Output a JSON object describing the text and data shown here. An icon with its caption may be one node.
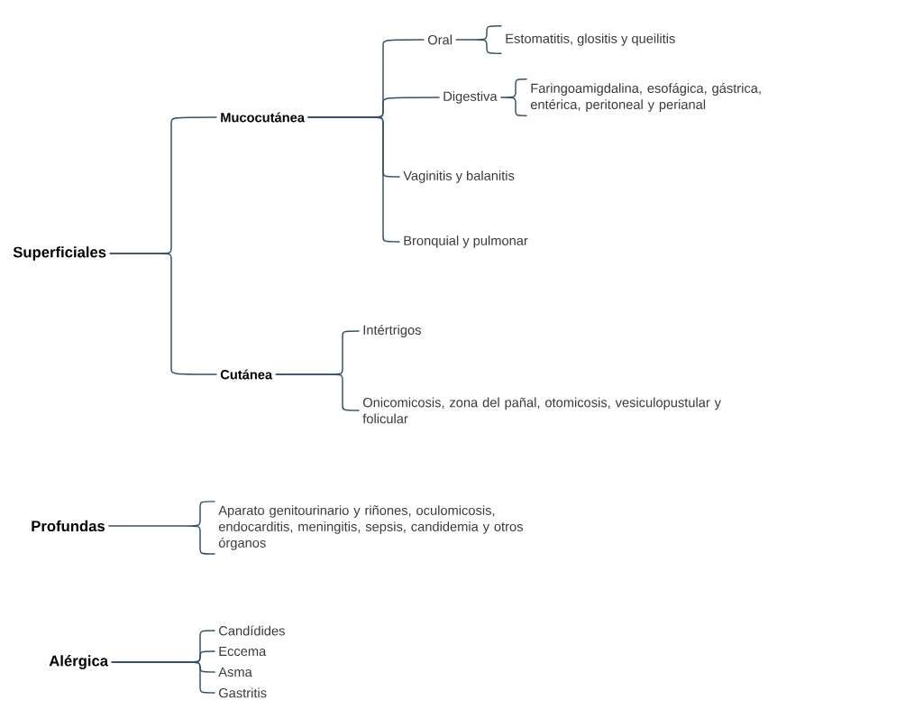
{
  "diagram": {
    "nodes": [
      {
        "text": [
          "Superficiales"
        ]
      },
      {
        "text": [
          "Mucocutánea"
        ]
      },
      {
        "text": [
          "Oral"
        ]
      },
      {
        "text": [
          "Estomatitis, glositis y queilitis"
        ]
      },
      {
        "text": [
          "Digestiva"
        ]
      },
      {
        "text": [
          "Faringoamigdalina, esofágica, gástrica, entérica, peritoneal y perianal"
        ]
      },
      {
        "text": [
          "Vaginitis y balanitis"
        ]
      },
      {
        "text": [
          "Bronquial y pulmonar"
        ]
      },
      {
        "text": [
          "Cutánea"
        ]
      },
      {
        "text": [
          "Intértrigos"
        ]
      },
      {
        "text": [
          "Onicomicosis, zona del pañal, otomicosis, vesiculopustular y folicular"
        ]
      },
      {
        "text": [
          "Profundas"
        ]
      },
      {
        "text": [
          "Aparato genitourinario y riñones, oculomicosis, endocarditis, meningitis, sepsis, candidemia y otros órganos"
        ]
      },
      {
        "text": [
          "Alérgica"
        ]
      },
      {
        "text": [
          "Candídides"
        ]
      },
      {
        "text": [
          "Eccema"
        ]
      },
      {
        "text": [
          "Asma"
        ]
      },
      {
        "text": [
          "Gastritis"
        ]
      }
    ],
    "edges": [
      {
        "from": 0,
        "to": 1,
        "arrow": "none"
      },
      {
        "from": 0,
        "to": 8,
        "arrow": "none"
      },
      {
        "from": 1,
        "to": 2,
        "arrow": "none"
      },
      {
        "from": 1,
        "to": 4,
        "arrow": "none"
      },
      {
        "from": 1,
        "to": 6,
        "arrow": "none"
      },
      {
        "from": 1,
        "to": 7,
        "arrow": "none"
      },
      {
        "from": 2,
        "to": 3,
        "arrow": "none"
      },
      {
        "from": 4,
        "to": 5,
        "arrow": "none"
      },
      {
        "from": 8,
        "to": 9,
        "arrow": "none"
      },
      {
        "from": 8,
        "to": 10,
        "arrow": "none"
      },
      {
        "from": 11,
        "to": 12,
        "arrow": "none"
      },
      {
        "from": 13,
        "to": 14,
        "arrow": "none"
      },
      {
        "from": 13,
        "to": 15,
        "arrow": "none"
      },
      {
        "from": 13,
        "to": 16,
        "arrow": "none"
      },
      {
        "from": 13,
        "to": 17,
        "arrow": "none"
      }
    ]
  }
}
